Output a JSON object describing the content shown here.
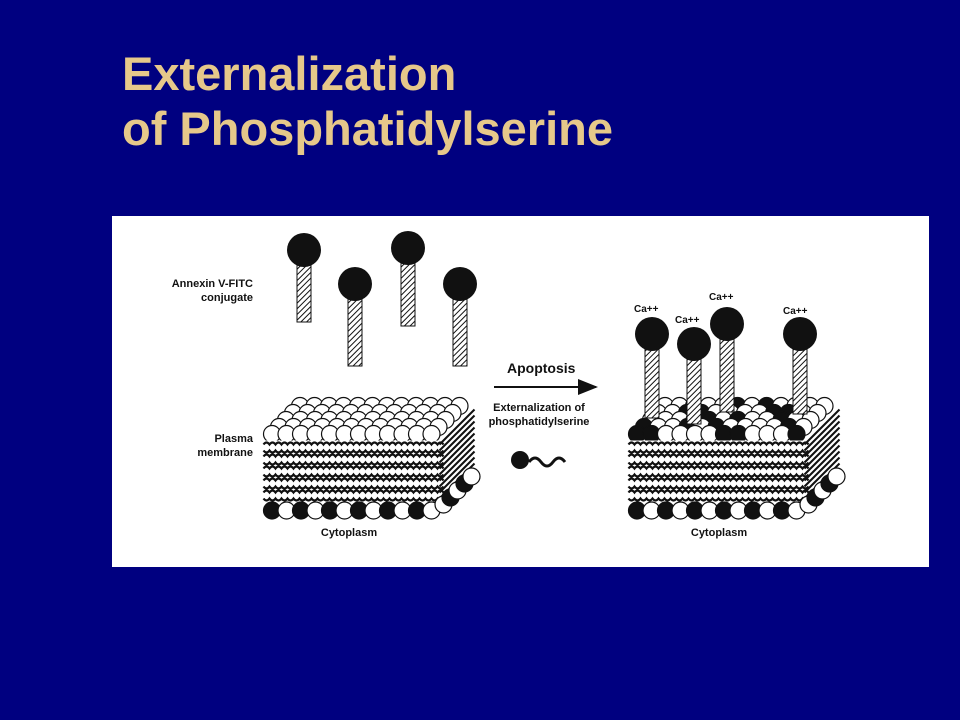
{
  "slide": {
    "title_line1": "Externalization",
    "title_line2": "of Phosphatidylserine"
  },
  "colors": {
    "background": "#000080",
    "title": "#e6c88a",
    "panel": "#ffffff",
    "ink": "#111111"
  },
  "diagram": {
    "left_panel": {
      "probe_label_line1": "Annexin V-FITC",
      "probe_label_line2": "conjugate",
      "membrane_label_line1": "Plasma",
      "membrane_label_line2": "membrane",
      "bottom_label": "Cytoplasm"
    },
    "arrow": {
      "label_top": "Apoptosis",
      "label_bottom_line1": "Externalization of",
      "label_bottom_line2": "phosphatidylserine"
    },
    "right_panel": {
      "calcium_label": "Ca++",
      "bottom_label": "Cytoplasm"
    }
  }
}
